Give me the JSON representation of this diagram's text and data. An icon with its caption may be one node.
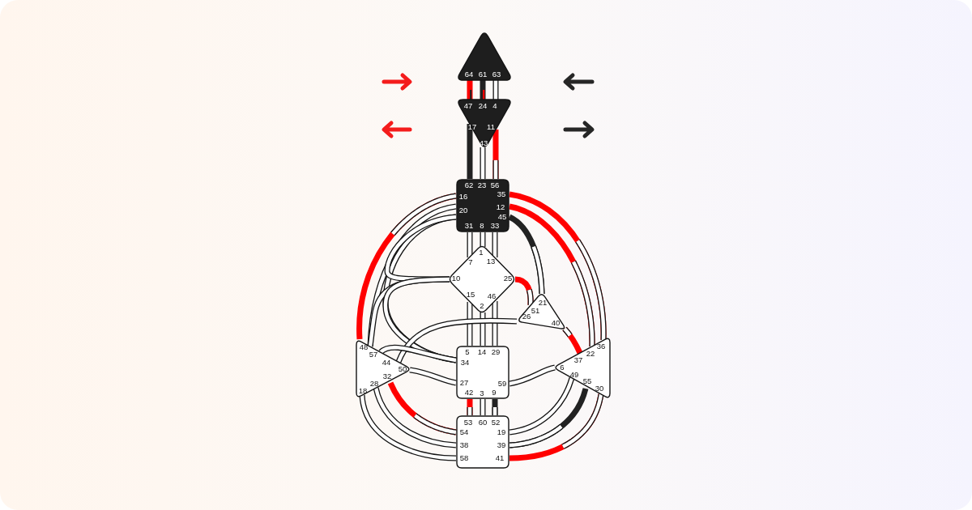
{
  "diagram": {
    "nodes": [
      {
        "text": [
          "64",
          "61",
          "63"
        ]
      },
      {
        "text": [
          "47",
          "24",
          "4",
          "17",
          "11",
          "43"
        ]
      },
      {
        "text": [
          "62",
          "23",
          "56",
          "16",
          "35",
          "20",
          "12",
          "45",
          "31",
          "8",
          "33"
        ]
      },
      {
        "text": [
          "1",
          "7",
          "13",
          "10",
          "25",
          "15",
          "46",
          "2"
        ]
      },
      {
        "text": [
          "21",
          "51",
          "26",
          "40"
        ]
      },
      {
        "text": [
          "48",
          "57",
          "44",
          "50",
          "32",
          "28",
          "18"
        ]
      },
      {
        "text": [
          "5",
          "14",
          "29",
          "34",
          "27",
          "59",
          "42",
          "3",
          "9"
        ]
      },
      {
        "text": [
          "36",
          "22",
          "37",
          "6",
          "49",
          "55",
          "30"
        ]
      },
      {
        "text": [
          "53",
          "60",
          "52",
          "54",
          "19",
          "38",
          "39",
          "58",
          "41"
        ]
      }
    ],
    "edges": [
      {
        "from": 0,
        "to": 1,
        "arrow": "none",
        "color": "#ff0000"
      },
      {
        "from": 0,
        "to": 1,
        "arrow": "none",
        "color": "#222222"
      },
      {
        "from": 0,
        "to": 1,
        "arrow": "none"
      },
      {
        "from": 1,
        "to": 2,
        "arrow": "none",
        "color": "#222222"
      },
      {
        "from": 1,
        "to": 2,
        "arrow": "none"
      },
      {
        "from": 1,
        "to": 2,
        "arrow": "none",
        "color": "#ff0000"
      },
      {
        "from": 2,
        "to": 5,
        "arrow": "none",
        "color": "#ff0000"
      },
      {
        "from": 2,
        "to": 5,
        "arrow": "none"
      },
      {
        "from": 2,
        "to": 6,
        "arrow": "none"
      },
      {
        "from": 2,
        "to": 3,
        "arrow": "none"
      },
      {
        "from": 2,
        "to": 3,
        "arrow": "none"
      },
      {
        "from": 2,
        "to": 3,
        "arrow": "none"
      },
      {
        "from": 2,
        "to": 3,
        "arrow": "none"
      },
      {
        "from": 2,
        "to": 4,
        "arrow": "none",
        "color": "#222222"
      },
      {
        "from": 2,
        "to": 7,
        "arrow": "none",
        "color": "#ff0000"
      },
      {
        "from": 2,
        "to": 7,
        "arrow": "none",
        "color": "#ff0000"
      },
      {
        "from": 3,
        "to": 5,
        "arrow": "none"
      },
      {
        "from": 3,
        "to": 6,
        "arrow": "none"
      },
      {
        "from": 3,
        "to": 4,
        "arrow": "none",
        "color": "#ff0000"
      },
      {
        "from": 3,
        "to": 6,
        "arrow": "none"
      },
      {
        "from": 3,
        "to": 6,
        "arrow": "none"
      },
      {
        "from": 3,
        "to": 6,
        "arrow": "none"
      },
      {
        "from": 4,
        "to": 5,
        "arrow": "none"
      },
      {
        "from": 4,
        "to": 7,
        "arrow": "none",
        "color": "#ff0000"
      },
      {
        "from": 5,
        "to": 6,
        "arrow": "none"
      },
      {
        "from": 5,
        "to": 6,
        "arrow": "none"
      },
      {
        "from": 5,
        "to": 8,
        "arrow": "none",
        "color": "#ff0000"
      },
      {
        "from": 5,
        "to": 8,
        "arrow": "none"
      },
      {
        "from": 5,
        "to": 8,
        "arrow": "none"
      },
      {
        "from": 6,
        "to": 8,
        "arrow": "none",
        "color": "#ff0000"
      },
      {
        "from": 6,
        "to": 8,
        "arrow": "none"
      },
      {
        "from": 6,
        "to": 8,
        "arrow": "none",
        "color": "#222222"
      },
      {
        "from": 6,
        "to": 7,
        "arrow": "none"
      },
      {
        "from": 7,
        "to": 8,
        "arrow": "none"
      },
      {
        "from": 7,
        "to": 8,
        "arrow": "none",
        "color": "#222222"
      },
      {
        "from": 7,
        "to": 8,
        "arrow": "none",
        "color": "#ff0000"
      }
    ]
  }
}
